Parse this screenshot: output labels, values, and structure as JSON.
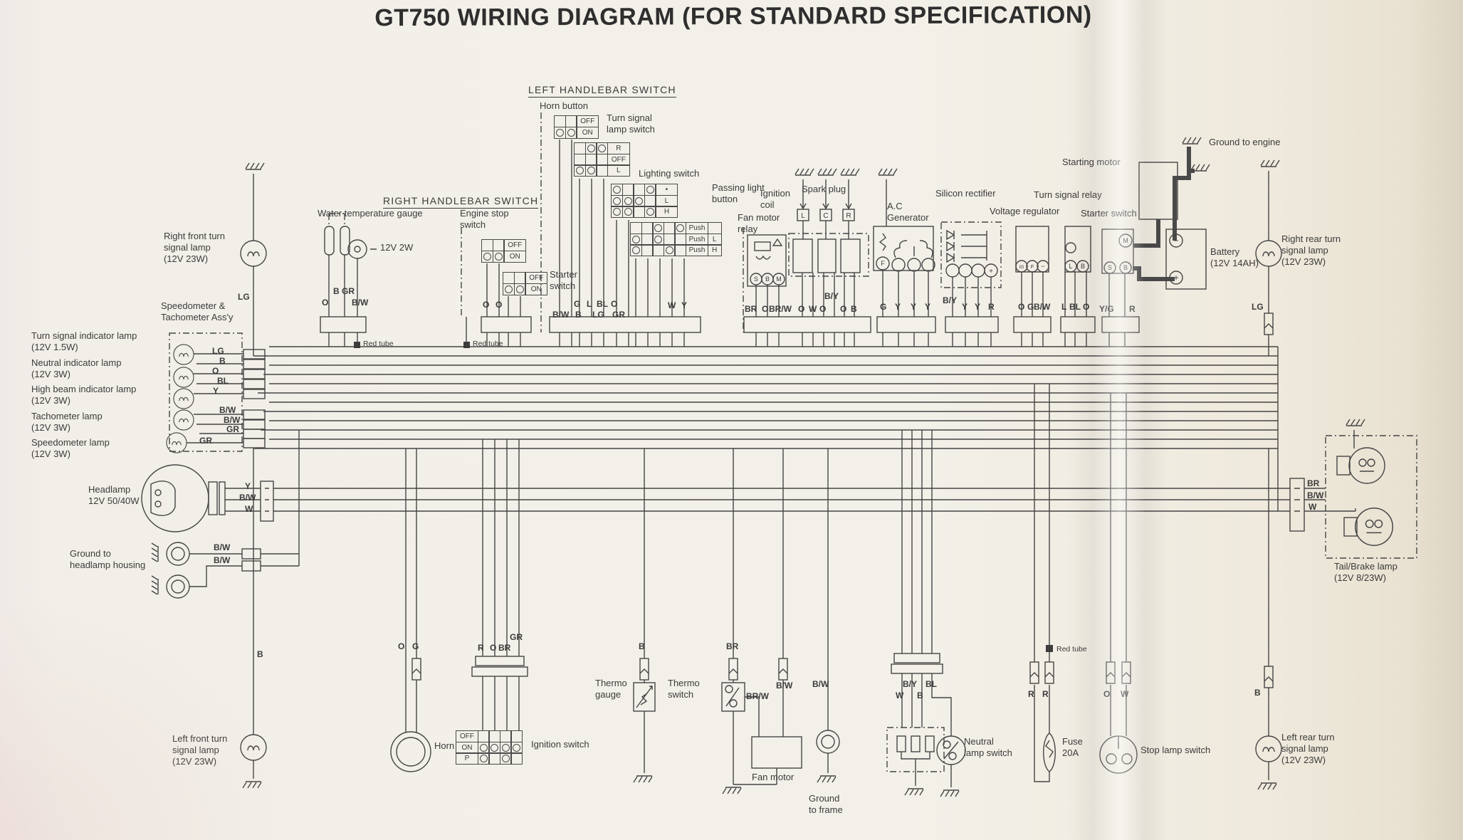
{
  "title": "GT750 WIRING DIAGRAM (FOR STANDARD SPECIFICATION)",
  "headings": {
    "left_handlebar": "LEFT HANDLEBAR SWITCH",
    "right_handlebar": "RIGHT HANDLEBAR SWITCH"
  },
  "components": {
    "horn_button": "Horn button",
    "turn_signal_lamp_switch": "Turn signal\nlamp switch",
    "lighting_switch": "Lighting switch",
    "passing_light_button": "Passing light\nbutton",
    "water_temp_gauge": "Water temperature gauge",
    "water_temp_rating": "12V 2W",
    "engine_stop_switch": "Engine stop\nswitch",
    "starter_switch_hb": "Starter\nswitch",
    "right_front_turn": "Right front turn\nsignal lamp\n(12V 23W)",
    "speedo_tacho": "Speedometer &\nTachometer Ass'y",
    "turn_indicator": "Turn signal indicator lamp\n(12V 1.5W)",
    "neutral_indicator": "Neutral indicator lamp\n(12V 3W)",
    "high_beam_indicator": "High beam indicator lamp\n(12V 3W)",
    "tachometer_lamp": "Tachometer lamp\n(12V 3W)",
    "speedometer_lamp": "Speedometer lamp\n(12V 3W)",
    "headlamp": "Headlamp\n12V 50/40W",
    "ground_headlamp": "Ground to\nheadlamp housing",
    "left_front_turn": "Left front turn\nsignal lamp\n(12V 23W)",
    "horn": "Horn",
    "ignition_switch": "Ignition switch",
    "thermo_gauge": "Thermo\ngauge",
    "thermo_switch": "Thermo\nswitch",
    "fan_motor": "Fan motor",
    "ground_frame": "Ground\nto frame",
    "neutral_lamp_switch": "Neutral\nlamp switch",
    "fuse": "Fuse\n20A",
    "stop_lamp_switch": "Stop lamp switch",
    "left_rear_turn": "Left rear turn\nsignal lamp\n(12V 23W)",
    "tail_brake": "Tail/Brake lamp\n(12V 8/23W)",
    "right_rear_turn": "Right rear turn\nsignal lamp\n(12V 23W)",
    "battery": "Battery\n(12V 14AH)",
    "ground_engine": "Ground to engine",
    "starting_motor": "Starting motor",
    "turn_signal_relay": "Turn signal relay",
    "voltage_regulator": "Voltage regulator",
    "starter_switch_relay": "Starter switch",
    "silicon_rectifier": "Silicon rectifier",
    "ac_generator": "A.C\nGenerator",
    "ignition_coil": "Ignition\ncoil",
    "spark_plug": "Spark plug",
    "fan_motor_relay": "Fan motor\nrelay",
    "red_tube": "Red tube"
  },
  "tables": {
    "horn_button": [
      "OFF",
      "ON"
    ],
    "turn_signal": [
      "R",
      "OFF",
      "L"
    ],
    "lighting": [
      "•",
      "L",
      "H"
    ],
    "passing": {
      "rows": [
        "Push",
        "Push",
        "Push"
      ],
      "side": [
        "",
        "L",
        "H"
      ]
    },
    "engine_stop": [
      "OFF",
      "ON"
    ],
    "starter": [
      "OFF",
      "ON"
    ],
    "ignition": [
      "OFF",
      "ON",
      "P"
    ]
  },
  "terminals": {
    "spark_plug_caps": [
      "L",
      "C",
      "R"
    ],
    "fan_motor_relay": [
      "S",
      "B",
      "M"
    ],
    "generator_field": "F",
    "voltage_regulator": [
      "IG",
      "F",
      "−"
    ],
    "turn_signal_relay": [
      "L",
      "B"
    ],
    "starter_relay": [
      "M",
      "S",
      "B"
    ],
    "battery": [
      "−",
      "+"
    ],
    "rectifier_plus": "+"
  },
  "wires": {
    "cluster": [
      "LG",
      "B",
      "O",
      "BL",
      "Y",
      "B/W",
      "B/W",
      "GR",
      "GR"
    ],
    "right_front": "LG",
    "water_temp": [
      "O",
      "B GR",
      "B/W"
    ],
    "engine_stop": [
      "O",
      "O"
    ],
    "lh_row1": [
      "G",
      "L",
      "BL",
      "O"
    ],
    "lh_row2": [
      "B/W",
      "B",
      "LG",
      "GR"
    ],
    "lh_row3": [
      "W",
      "Y"
    ],
    "fan_relay": [
      "BR",
      "O",
      "BR/W"
    ],
    "ignition_coil": [
      "O",
      "W",
      "O",
      "B/Y",
      "O",
      "B"
    ],
    "generator": [
      "G",
      "Y",
      "Y",
      "Y"
    ],
    "rectifier": [
      "B/Y",
      "Y",
      "Y",
      "R"
    ],
    "regulator": [
      "O",
      "G",
      "B/W"
    ],
    "ts_relay": [
      "L",
      "BL",
      "O"
    ],
    "starter_relay": [
      "Y/G",
      "R"
    ],
    "right_rear": "LG",
    "headlamp": [
      "Y",
      "B/W",
      "W"
    ],
    "ground_headlamp": [
      "B/W",
      "B/W"
    ],
    "left_front": "B",
    "horn": [
      "O",
      "G"
    ],
    "ignition_switch": [
      "GR",
      "R",
      "O",
      "BR"
    ],
    "thermo": "B",
    "fan": [
      "BR",
      "BR/W",
      "B/W"
    ],
    "ground_frame": "B/W",
    "neutral": [
      "B/Y",
      "BL",
      "W",
      "B"
    ],
    "fuse": [
      "R",
      "R"
    ],
    "stop": [
      "O",
      "W"
    ],
    "left_rear": "B",
    "tail": [
      "BR",
      "B/W",
      "W"
    ]
  }
}
